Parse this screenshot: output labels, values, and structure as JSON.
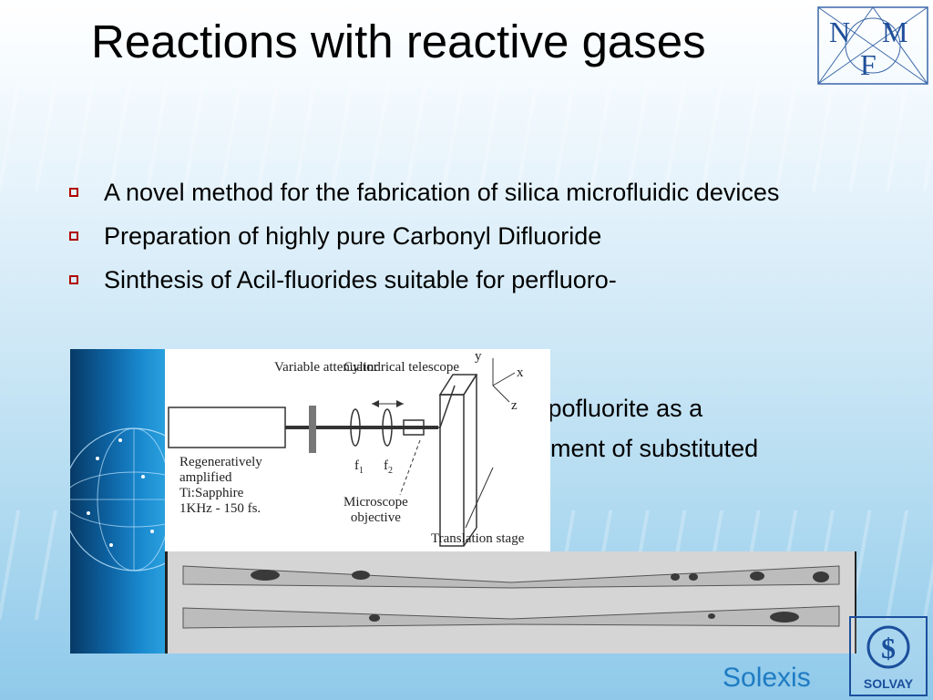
{
  "slide": {
    "title": "Reactions with reactive gases",
    "bullets": [
      "A novel method for the fabrication of silica microfluidic devices",
      "Preparation of highly pure Carbonyl Difluoride",
      "Sinthesis of Acil-fluorides suitable for perfluoro-",
      "ypofluorite as a",
      "ment of substituted"
    ]
  },
  "logo_nmf": {
    "letters": [
      "N",
      "M",
      "F"
    ]
  },
  "diagram": {
    "variable_attenuator": "Variable\nattenuator",
    "cylindrical_telescope": "Cylindrical\ntelescope",
    "laser": "Regeneratively\namplified\nTi:Sapphire\n1KHz - 150 fs.",
    "f1": "f",
    "f1_sub": "1",
    "f2": "f",
    "f2_sub": "2",
    "microscope_objective": "Microscope\nobjective",
    "translation_stage": "Translation stage",
    "axis_x": "x",
    "axis_y": "y",
    "axis_z": "z"
  },
  "brand": {
    "solexis": "Solexis",
    "solvay": "SOLVAY"
  },
  "colors": {
    "bullet": "#b00000",
    "solexis": "#1e7cc3",
    "solvay": "#1b4f9c"
  }
}
